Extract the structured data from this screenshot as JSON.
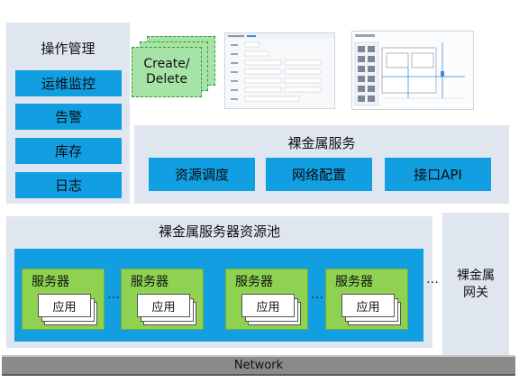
{
  "ops": {
    "title": "操作管理",
    "items": [
      "运维监控",
      "告警",
      "库存",
      "日志"
    ]
  },
  "create_delete": {
    "line1": "Create/",
    "line2": "Delete"
  },
  "bm_service": {
    "title": "裸金属服务",
    "items": [
      "资源调度",
      "网络配置",
      "接口API"
    ]
  },
  "pool": {
    "title": "裸金属服务器资源池",
    "server_label": "服务器",
    "app_label": "应用",
    "ellipsis": "…"
  },
  "gateway": {
    "line1": "裸金属",
    "line2": "网关",
    "ellipsis": "…"
  },
  "network": {
    "label": "Network"
  },
  "colors": {
    "panel": "#dfe6f0",
    "blue": "#119fe2",
    "green": "#8fd150",
    "network": "#8a8a8a"
  }
}
